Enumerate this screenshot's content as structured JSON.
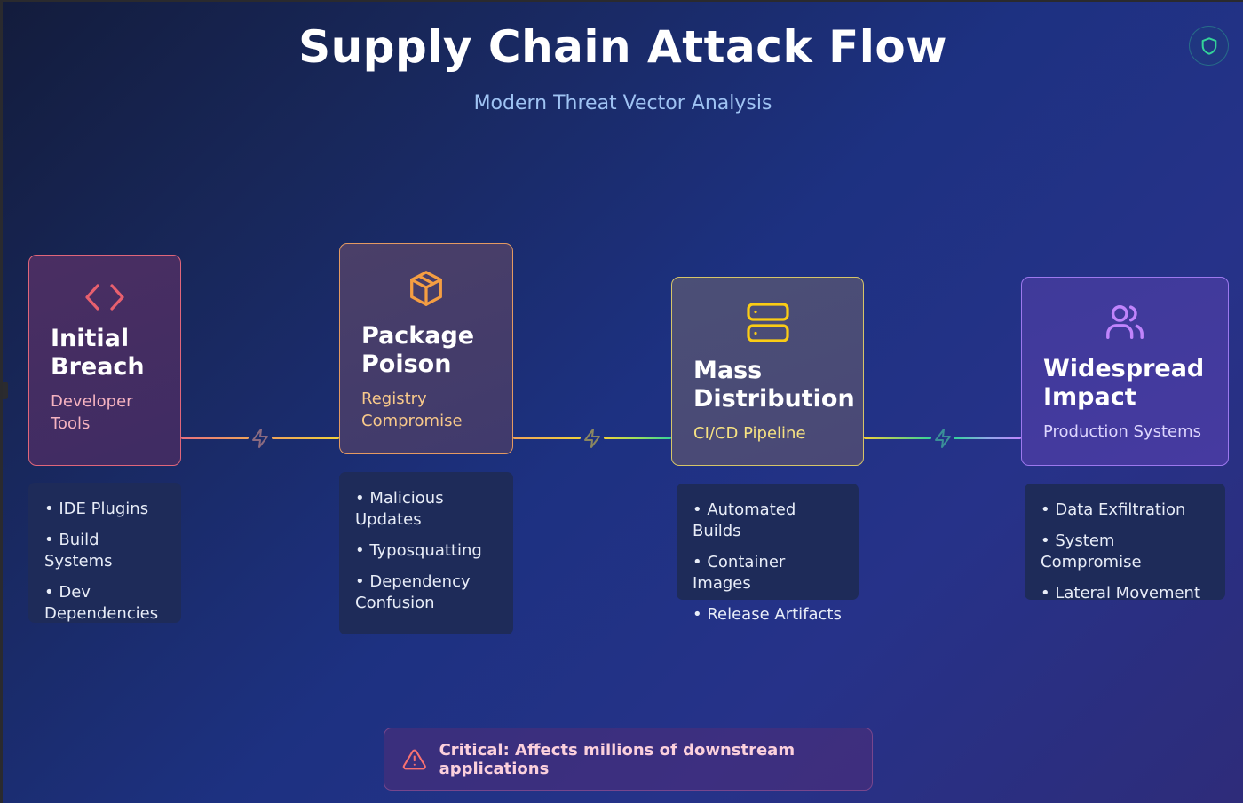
{
  "header": {
    "title": "Supply Chain Attack Flow",
    "subtitle": "Modern Threat Vector Analysis",
    "badge_icon": "shield-icon"
  },
  "colors": {
    "stage1": "#e0667a",
    "stage2": "#f59e42",
    "stage3": "#facc15",
    "stage4": "#c084fc",
    "connector_green": "#34d399",
    "shield": "#34d399",
    "alert": "#f87171"
  },
  "stages": [
    {
      "icon": "code-icon",
      "title_line1": "Initial",
      "title_line2": "Breach",
      "subtitle": "Developer Tools",
      "details": [
        "• IDE Plugins",
        "• Build Systems",
        "• Dev Dependencies"
      ]
    },
    {
      "icon": "package-icon",
      "title_line1": "Package",
      "title_line2": "Poison",
      "subtitle": "Registry Compromise",
      "details": [
        "• Malicious Updates",
        "• Typosquatting",
        "• Dependency Confusion"
      ]
    },
    {
      "icon": "server-icon",
      "title_line1": "Mass",
      "title_line2": "Distribution",
      "subtitle": "CI/CD Pipeline",
      "details": [
        "• Automated Builds",
        "• Container Images",
        "• Release Artifacts"
      ]
    },
    {
      "icon": "users-icon",
      "title_line1": "Widespread",
      "title_line2": "Impact",
      "subtitle": "Production Systems",
      "details": [
        "• Data Exfiltration",
        "• System Compromise",
        "• Lateral Movement"
      ]
    }
  ],
  "connectors": [
    {
      "icon": "lightning-icon"
    },
    {
      "icon": "lightning-icon"
    },
    {
      "icon": "lightning-icon"
    }
  ],
  "alert": {
    "icon": "warning-triangle-icon",
    "text": "Critical: Affects millions of downstream applications"
  }
}
